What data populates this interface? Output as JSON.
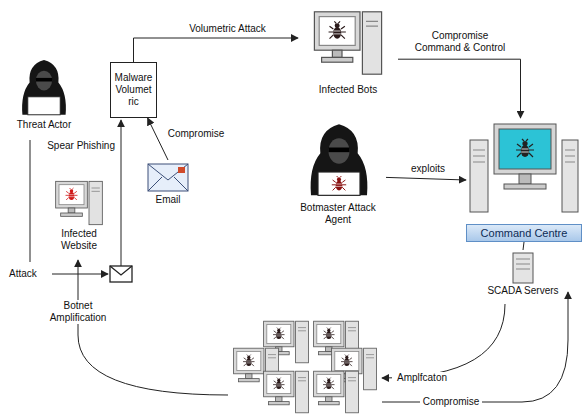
{
  "diagram": {
    "nodes": [
      {
        "text": [
          "Threat Actor"
        ]
      },
      {
        "text": [
          "Malware Volumetric"
        ]
      },
      {
        "text": [
          "Email"
        ]
      },
      {
        "text": [
          "Infected Website"
        ]
      },
      {
        "text": [
          "Infected Bots"
        ]
      },
      {
        "text": [
          "Botmaster Attack Agent"
        ]
      },
      {
        "text": [
          "Command Centre"
        ]
      },
      {
        "text": [
          "SCADA Servers"
        ]
      }
    ],
    "edges": [
      {
        "from": 2,
        "to": 1,
        "label": "Compromise",
        "arrow": "to"
      },
      {
        "from": 1,
        "to": 4,
        "label": "Volumetric Attack",
        "arrow": "to"
      },
      {
        "from": 4,
        "to": 6,
        "label": "Compromise Command & Control",
        "arrow": "to"
      },
      {
        "from": 5,
        "to": 6,
        "label": "exploits",
        "arrow": "to"
      },
      {
        "from": 7,
        "to": 6,
        "arrow": "none"
      }
    ],
    "labels": [
      "Spear Phishing",
      "Attack",
      "Botnet Amplification",
      "Amplfcaton",
      "Compromise"
    ]
  }
}
